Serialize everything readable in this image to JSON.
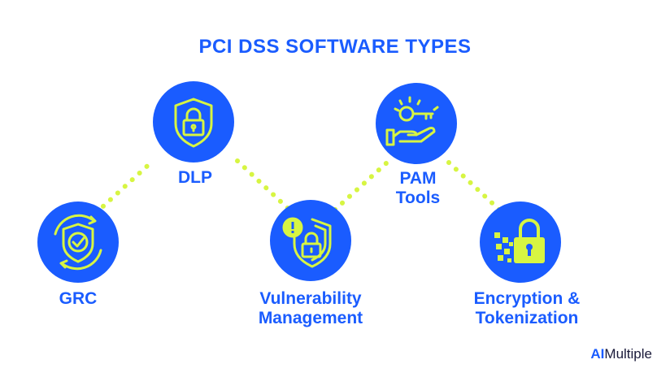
{
  "title": "PCI DSS SOFTWARE TYPES",
  "nodes": [
    {
      "label": "GRC",
      "icon": "shield-check-icon"
    },
    {
      "label": "DLP",
      "icon": "shield-lock-icon"
    },
    {
      "label_line1": "Vulnerability",
      "label_line2": "Management",
      "icon": "shield-warning-lock-icon"
    },
    {
      "label_line1": "PAM",
      "label_line2": "Tools",
      "icon": "key-hand-icon"
    },
    {
      "label_line1": "Encryption &",
      "label_line2": "Tokenization",
      "icon": "pixel-lock-icon"
    }
  ],
  "brand": {
    "prefix": "AI",
    "suffix": "Multiple"
  },
  "colors": {
    "primary": "#1a5cff",
    "accent": "#d7f542",
    "connector": "#d7f542"
  }
}
